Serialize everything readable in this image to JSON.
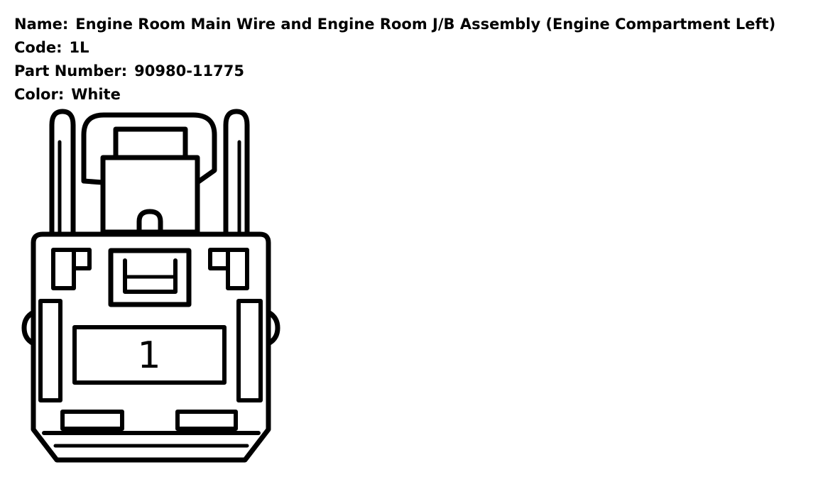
{
  "connector": {
    "name_label": "Name:",
    "name_value": "Engine Room Main Wire and Engine Room J/B Assembly (Engine Compartment Left)",
    "code_label": "Code:",
    "code_value": "1L",
    "part_label": "Part Number:",
    "part_value": "90980-11775",
    "color_label": "Color:",
    "color_value": "White"
  },
  "diagram": {
    "pin_number": "1",
    "stroke_color": "#000000",
    "fill_color": "#ffffff"
  }
}
